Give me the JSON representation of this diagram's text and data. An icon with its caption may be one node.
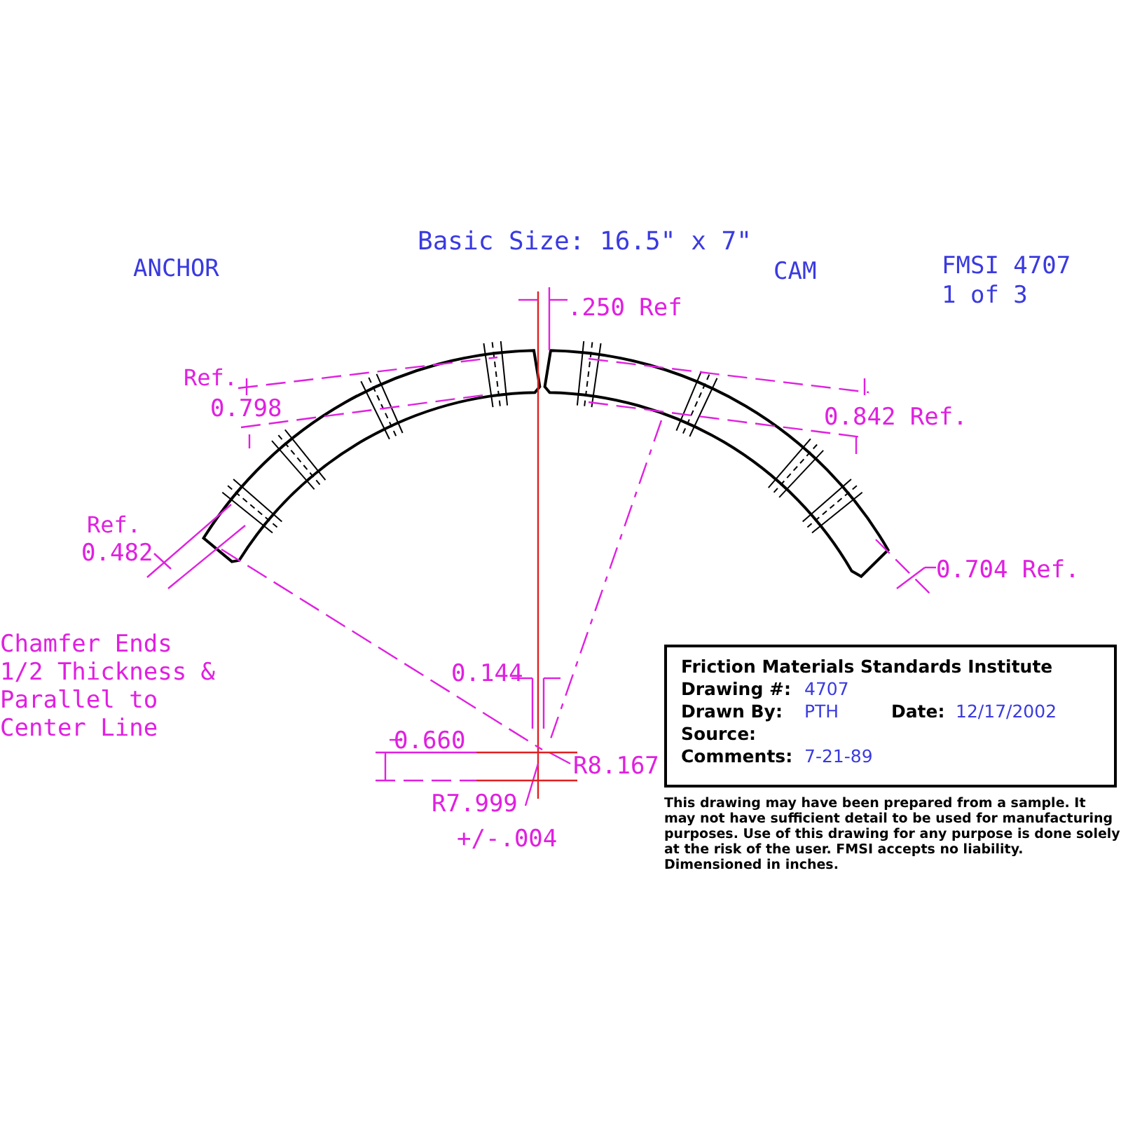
{
  "diagram": {
    "nodes": [
      {
        "text": [
          "Friction Materials Standards Institute",
          "Drawing #:",
          "4707",
          "Drawn By:",
          "PTH",
          "Date:",
          "12/17/2002",
          "Source:",
          "Comments:",
          "7-21-89"
        ]
      }
    ],
    "labels": [
      "Basic Size: 16.5\" x 7\"",
      "ANCHOR",
      "CAM",
      "FMSI 4707",
      "1 of 3",
      ".250 Ref",
      "Ref.",
      "0.798",
      "0.842 Ref.",
      "Ref.",
      "0.482",
      "0.704 Ref.",
      "Chamfer Ends 1/2 Thickness & Parallel to Center Line",
      "0.144",
      "0.660",
      "R8.167",
      "R7.999",
      "+/-.004",
      "This drawing may have been prepared from a sample. It may not have sufficient detail to be used for manufacturing purposes.  Use of this drawing for any purpose is done solely at the risk of the user. FMSI accepts no liability. Dimensioned in inches."
    ]
  }
}
